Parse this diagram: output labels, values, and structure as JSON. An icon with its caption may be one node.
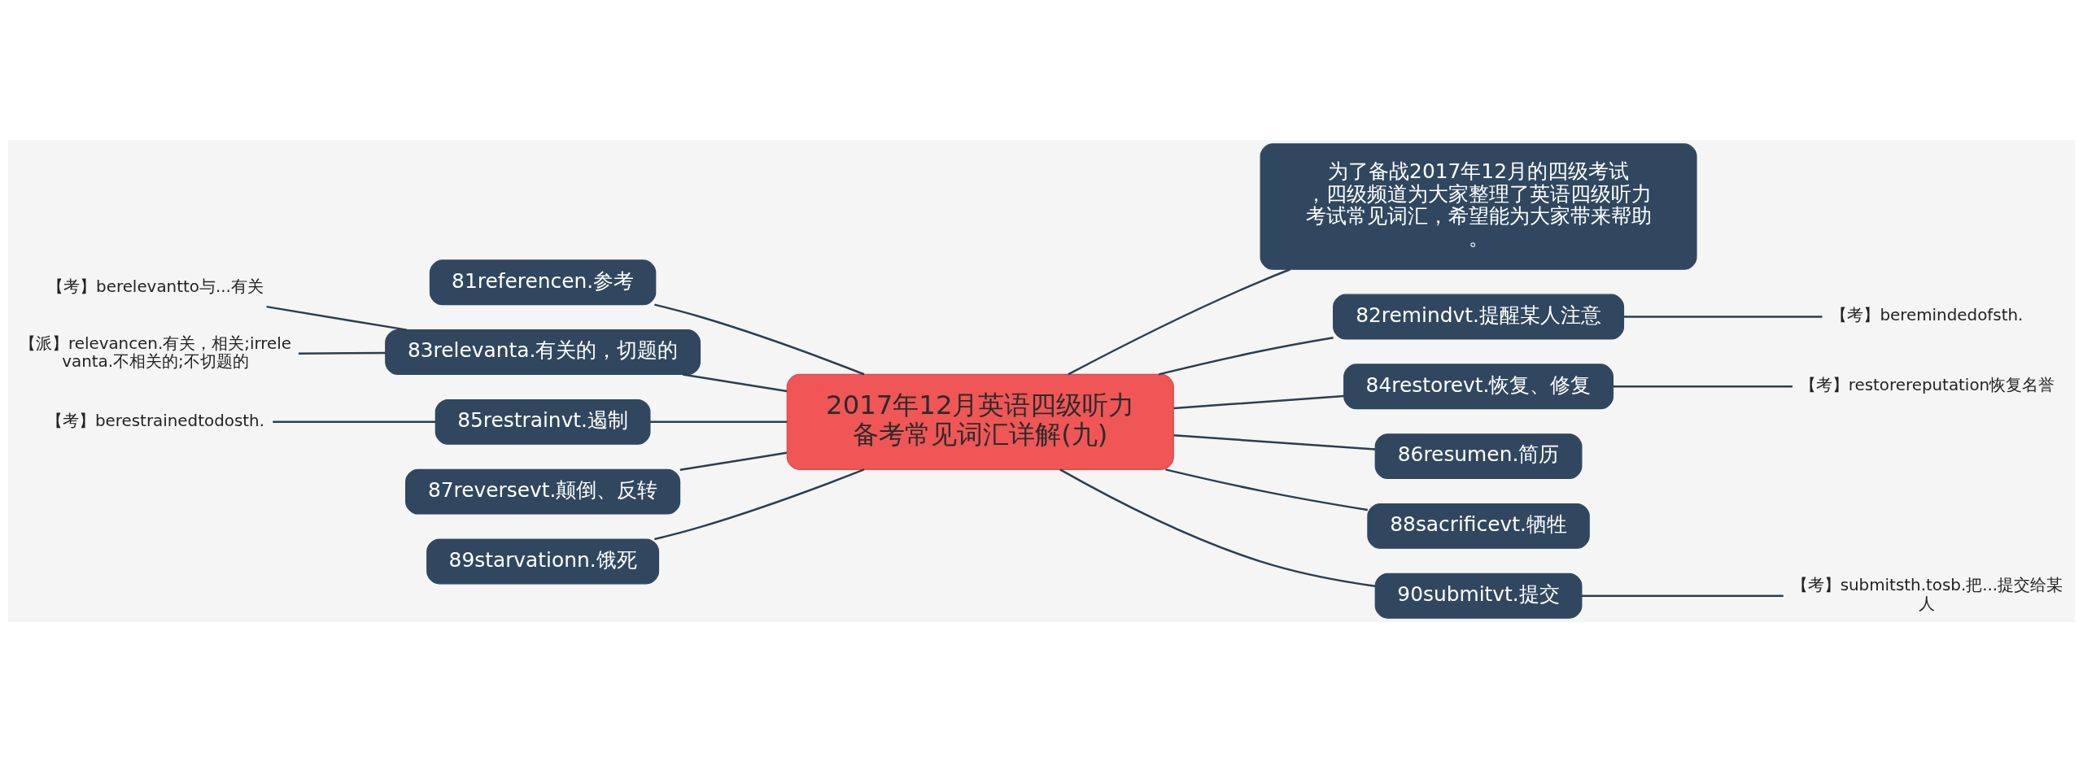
{
  "diagram": {
    "nodes": [
      {
        "text": [
          "2017年12月英语四级听力备考常见词汇详解(九)"
        ]
      },
      {
        "text": [
          "81referencen.参考"
        ]
      },
      {
        "text": [
          "为了备战2017年12月的四级考试，四级频道为大家整理了英语四级听力考试常见词汇，希望能为大家带来帮助。"
        ]
      },
      {
        "text": [
          "83relevanta.有关的，切题的"
        ]
      },
      {
        "text": [
          "【考】berelevantto与...有关"
        ]
      },
      {
        "text": [
          "【派】relevancen.有关，相关;irrelevanta.不相关的;不切题的"
        ]
      },
      {
        "text": [
          "82remindvt.提醒某人注意"
        ]
      },
      {
        "text": [
          "【考】beremindedofsth."
        ]
      },
      {
        "text": [
          "84restorevt.恢复、修复"
        ]
      },
      {
        "text": [
          "【考】restorereputation恢复名誉"
        ]
      },
      {
        "text": [
          "85restrainvt.遏制"
        ]
      },
      {
        "text": [
          "【考】berestrainedtodosth."
        ]
      },
      {
        "text": [
          "86resumen.简历"
        ]
      },
      {
        "text": [
          "87reversevt.颠倒、反转"
        ]
      },
      {
        "text": [
          "88sacrificevt.牺牲"
        ]
      },
      {
        "text": [
          "89starvationn.饿死"
        ]
      },
      {
        "text": [
          "90submitvt.提交"
        ]
      },
      {
        "text": [
          "【考】submitsth.tosb.把...提交给某人"
        ]
      }
    ],
    "edges": [
      {
        "from": 0,
        "to": 1,
        "arrow": "none"
      },
      {
        "from": 0,
        "to": 2,
        "arrow": "none"
      },
      {
        "from": 0,
        "to": 3,
        "arrow": "none"
      },
      {
        "from": 3,
        "to": 4,
        "arrow": "none"
      },
      {
        "from": 3,
        "to": 5,
        "arrow": "none"
      },
      {
        "from": 0,
        "to": 6,
        "arrow": "none"
      },
      {
        "from": 6,
        "to": 7,
        "arrow": "none"
      },
      {
        "from": 0,
        "to": 8,
        "arrow": "none"
      },
      {
        "from": 8,
        "to": 9,
        "arrow": "none"
      },
      {
        "from": 0,
        "to": 10,
        "arrow": "none"
      },
      {
        "from": 10,
        "to": 11,
        "arrow": "none"
      },
      {
        "from": 0,
        "to": 12,
        "arrow": "none"
      },
      {
        "from": 0,
        "to": 13,
        "arrow": "none"
      },
      {
        "from": 0,
        "to": 14,
        "arrow": "none"
      },
      {
        "from": 0,
        "to": 15,
        "arrow": "none"
      },
      {
        "from": 0,
        "to": 16,
        "arrow": "none"
      },
      {
        "from": 16,
        "to": 17,
        "arrow": "none"
      }
    ]
  }
}
